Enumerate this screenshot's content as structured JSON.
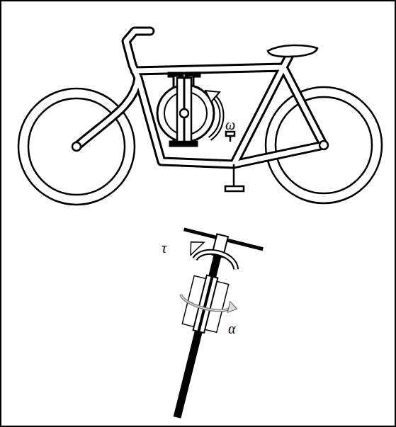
{
  "diagram": {
    "labels": [
      "ω",
      "τ",
      "α"
    ]
  }
}
